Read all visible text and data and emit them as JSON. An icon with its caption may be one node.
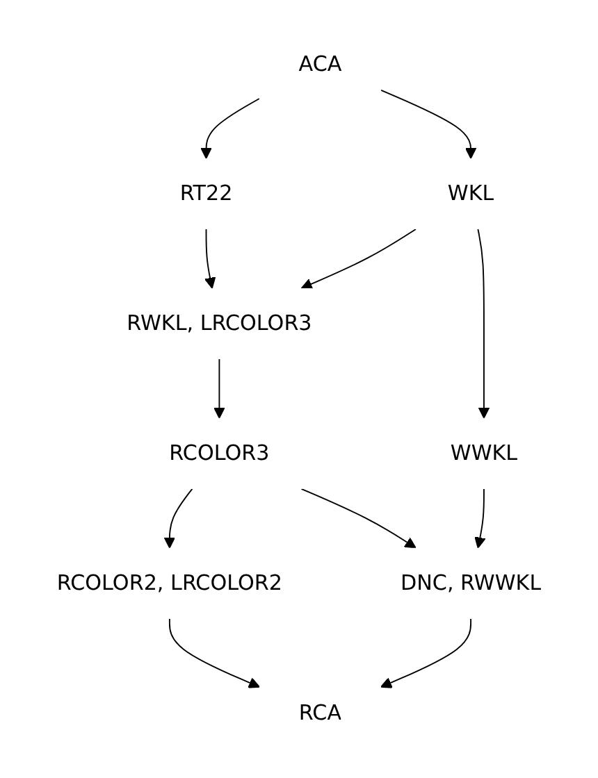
{
  "diagram": {
    "nodes": [
      {
        "text": [
          "ACA"
        ]
      },
      {
        "text": [
          "RT22"
        ]
      },
      {
        "text": [
          "WKL"
        ]
      },
      {
        "text": [
          "RWKL, LRCOLOR3"
        ]
      },
      {
        "text": [
          "RCOLOR3"
        ]
      },
      {
        "text": [
          "WWKL"
        ]
      },
      {
        "text": [
          "RCOLOR2, LRCOLOR2"
        ]
      },
      {
        "text": [
          "DNC, RWWKL"
        ]
      },
      {
        "text": [
          "RCA"
        ]
      }
    ],
    "edges": [
      {
        "from": 0,
        "to": 1,
        "arrow": "to"
      },
      {
        "from": 0,
        "to": 2,
        "arrow": "to"
      },
      {
        "from": 1,
        "to": 3,
        "arrow": "to"
      },
      {
        "from": 2,
        "to": 3,
        "arrow": "to"
      },
      {
        "from": 2,
        "to": 5,
        "arrow": "to"
      },
      {
        "from": 3,
        "to": 4,
        "arrow": "to"
      },
      {
        "from": 4,
        "to": 6,
        "arrow": "to"
      },
      {
        "from": 4,
        "to": 7,
        "arrow": "to"
      },
      {
        "from": 5,
        "to": 7,
        "arrow": "to"
      },
      {
        "from": 6,
        "to": 8,
        "arrow": "to"
      },
      {
        "from": 7,
        "to": 8,
        "arrow": "to"
      }
    ]
  }
}
